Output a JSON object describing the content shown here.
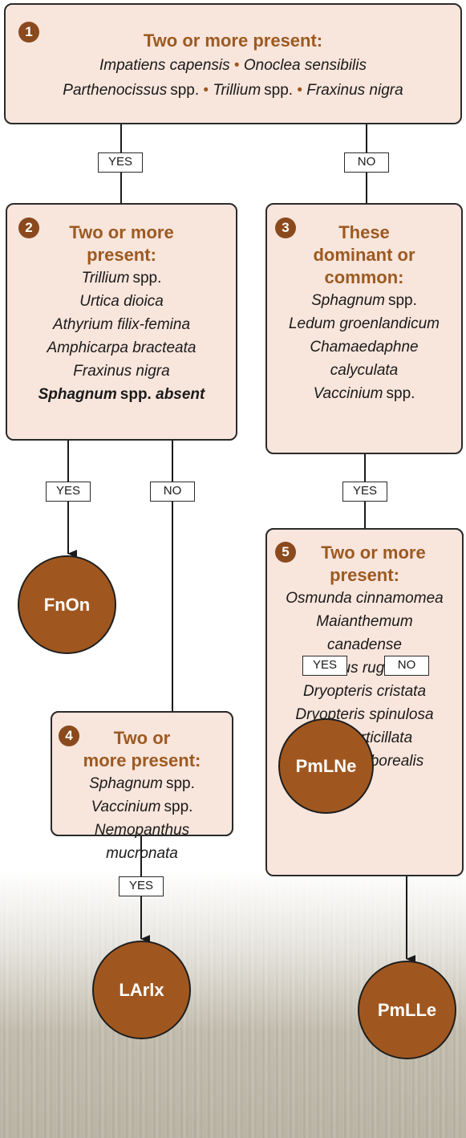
{
  "colors": {
    "box_fill": "#f8e5dc",
    "heading": "#9c5a21",
    "badge": "#8a4a1d",
    "terminal": "#a0571f"
  },
  "node1": {
    "num": "1",
    "heading": "Two or more present:",
    "line1": {
      "a": "Impatiens capensis",
      "sep1": "•",
      "b": "Onoclea sensibilis"
    },
    "line2": {
      "a": "Parthenocissus",
      "a_suffix": "spp.",
      "sep1": "•",
      "b": "Trillium",
      "b_suffix": "spp.",
      "sep2": "•",
      "c": "Fraxinus nigra"
    }
  },
  "node2": {
    "num": "2",
    "heading_1": "Two or more",
    "heading_2": "present:",
    "items": [
      {
        "name": "Trillium",
        "suffix": "spp."
      },
      {
        "name": "Urtica dioica"
      },
      {
        "name": "Athyrium filix-femina"
      },
      {
        "name": "Amphicarpa bracteata"
      },
      {
        "name": "Fraxinus nigra"
      }
    ],
    "last": {
      "name": "Sphagnum",
      "suffix": "spp.",
      "tail": "absent"
    }
  },
  "node3": {
    "num": "3",
    "heading_1": "These",
    "heading_2": "dominant or",
    "heading_3": "common:",
    "items": [
      {
        "name": "Sphagnum",
        "suffix": "spp."
      },
      {
        "name": "Ledum groenlandicum"
      },
      {
        "name": "Chamaedaphne"
      },
      {
        "name": "calyculata"
      },
      {
        "name": "Vaccinium",
        "suffix": "spp."
      }
    ]
  },
  "node4": {
    "num": "4",
    "heading_1": "Two or",
    "heading_2": "more present:",
    "items": [
      {
        "name": "Sphagnum",
        "suffix": "spp."
      },
      {
        "name": "Vaccinium",
        "suffix": "spp."
      },
      {
        "name": "Nemopanthus"
      },
      {
        "name": "mucronata"
      }
    ]
  },
  "node5": {
    "num": "5",
    "heading_1": "Two or more",
    "heading_2": "present:",
    "items": [
      {
        "name": "Osmunda cinnamomea"
      },
      {
        "name": "Maianthemum"
      },
      {
        "name": "canadense"
      },
      {
        "name": "Alnus rugosa"
      },
      {
        "name": "Dryopteris cristata"
      },
      {
        "name": "Dryopteris spinulosa"
      },
      {
        "name": "Ilex verticillata"
      },
      {
        "name": "Trientalis borealis"
      }
    ]
  },
  "labels": {
    "yes": "YES",
    "no": "NO"
  },
  "terminals": {
    "fnon": "FnOn",
    "larlx": "LArlx",
    "pmlne": "PmLNe",
    "pmlle": "PmLLe"
  }
}
